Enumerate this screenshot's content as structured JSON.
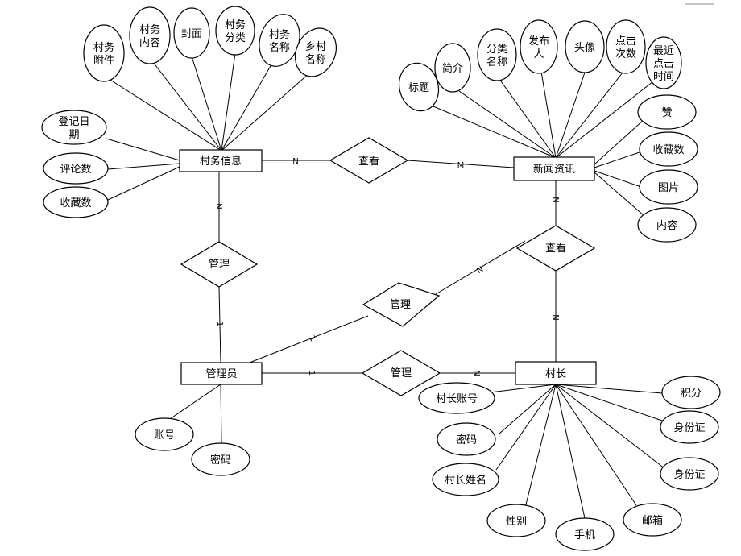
{
  "entities": {
    "village_info": "村务信息",
    "news": "新闻资讯",
    "admin": "管理员",
    "chief": "村长"
  },
  "relations": {
    "view_news": "查看",
    "view_chief": "查看",
    "manage_info": "管理",
    "manage_news": "管理",
    "manage_chief": "管理"
  },
  "attributes": {
    "vi_attach": "村务附件",
    "vi_content": "村务内容",
    "vi_cover": "封面",
    "vi_category": "村务分类",
    "vi_name": "村务名称",
    "vi_village": "乡村名称",
    "vi_regdate": "登记日期",
    "vi_comments": "评论数",
    "vi_favs": "收藏数",
    "nw_title": "标题",
    "nw_intro": "简介",
    "nw_category": "分类名称",
    "nw_publisher": "发布人",
    "nw_avatar": "头像",
    "nw_clicks": "点击次数",
    "nw_lastclick": "最近点击时间",
    "nw_likes": "赞",
    "nw_favs": "收藏数",
    "nw_image": "图片",
    "nw_content": "内容",
    "ad_account": "账号",
    "ad_password": "密码",
    "ch_account": "村长账号",
    "ch_password": "密码",
    "ch_name": "村长姓名",
    "ch_gender": "性别",
    "ch_phone": "手机",
    "ch_email": "邮箱",
    "ch_idcard2": "身份证",
    "ch_idcard1": "身份证",
    "ch_points": "积分"
  },
  "cardinalities": {
    "info_view_n": "N",
    "view_news_m": "M",
    "info_manage_n": "N",
    "manage_admin_1": "1",
    "admin_managechief_1": "1",
    "managechief_chief_n": "N",
    "admin_managenews_1": "1",
    "managenews_view_n": "N",
    "news_view_n": "N",
    "view_chief_n": "N"
  }
}
